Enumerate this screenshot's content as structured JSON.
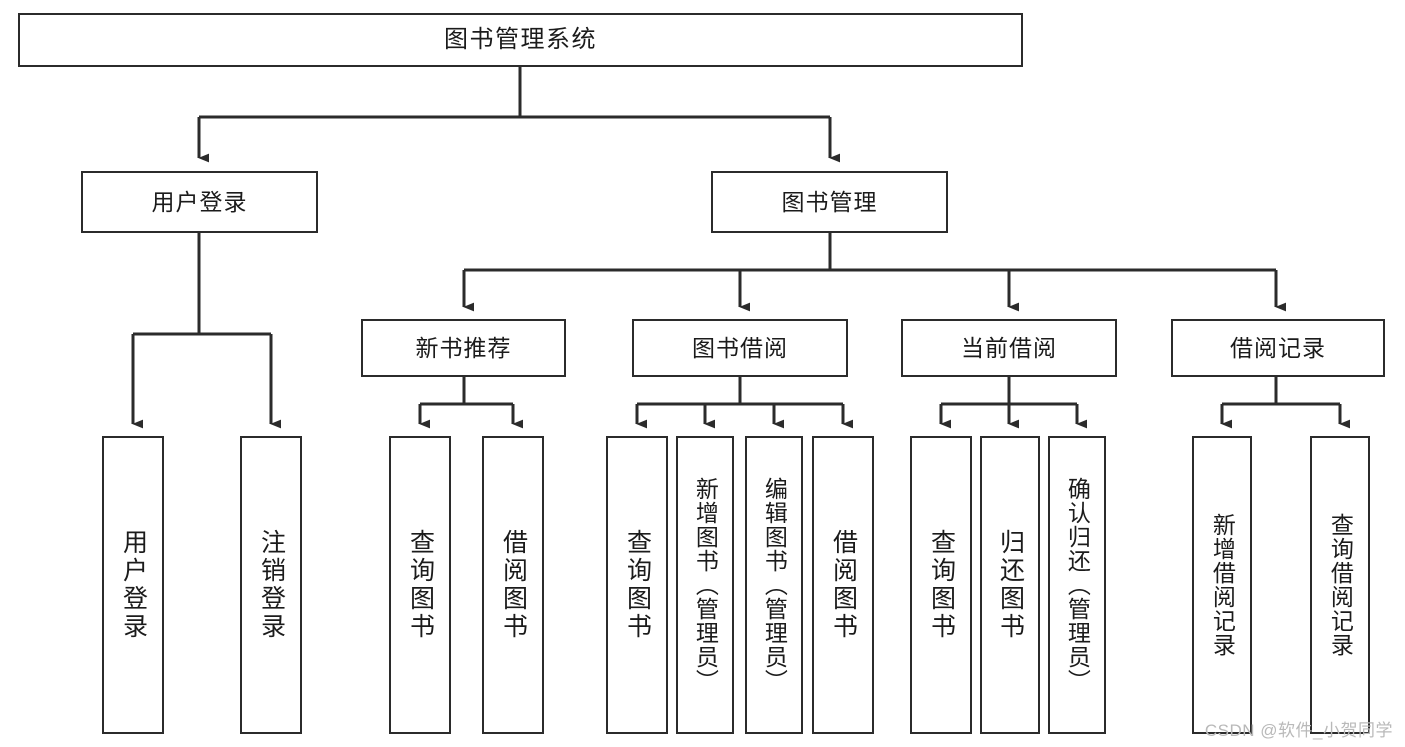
{
  "diagram": {
    "title": "图书管理系统",
    "type": "tree-hierarchy-chart",
    "line_color": "#2b2b2b",
    "box_fill": "#ffffff",
    "text_color": "#1b1b1b"
  },
  "nodes": {
    "root": {
      "label": "图书管理系统"
    },
    "level2": [
      {
        "id": "user-login",
        "label": "用户登录"
      },
      {
        "id": "book-manage",
        "label": "图书管理"
      }
    ],
    "level3": [
      {
        "id": "new-book-rec",
        "label": "新书推荐"
      },
      {
        "id": "book-borrow",
        "label": "图书借阅"
      },
      {
        "id": "current-borrow",
        "label": "当前借阅"
      },
      {
        "id": "borrow-record",
        "label": "借阅记录"
      }
    ],
    "leaves": {
      "user_login": [
        {
          "id": "leaf-user-login",
          "label": "用户登录"
        },
        {
          "id": "leaf-logout",
          "label": "注销登录"
        }
      ],
      "new_book_rec": [
        {
          "id": "leaf-query-book-1",
          "label": "查询图书"
        },
        {
          "id": "leaf-borrow-book-1",
          "label": "借阅图书"
        }
      ],
      "book_borrow": [
        {
          "id": "leaf-query-book-2",
          "label": "查询图书"
        },
        {
          "id": "leaf-add-book",
          "label": "新增图书（管理员）"
        },
        {
          "id": "leaf-edit-book",
          "label": "编辑图书（管理员）"
        },
        {
          "id": "leaf-borrow-book-2",
          "label": "借阅图书"
        }
      ],
      "current_borrow": [
        {
          "id": "leaf-query-book-3",
          "label": "查询图书"
        },
        {
          "id": "leaf-return-book",
          "label": "归还图书"
        },
        {
          "id": "leaf-confirm-return",
          "label": "确认归还（管理员）"
        }
      ],
      "borrow_record": [
        {
          "id": "leaf-add-record",
          "label": "新增借阅记录"
        },
        {
          "id": "leaf-query-record",
          "label": "查询借阅记录"
        }
      ]
    }
  },
  "watermark": {
    "text": "CSDN @软件_小贺同学"
  }
}
